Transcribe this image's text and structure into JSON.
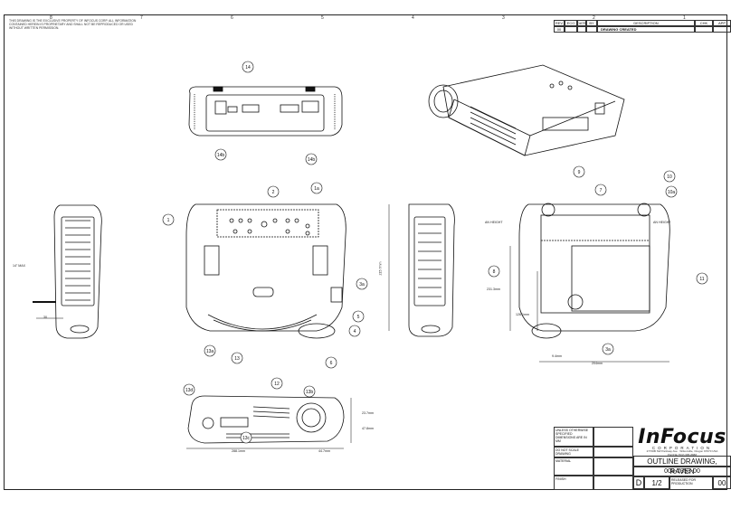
{
  "sheet": {
    "notice": "THIS DRAWING IS THE EXCLUSIVE PROPERTY OF INFOCUS CORP. ALL INFORMATION CONTAINED HEREIN IS PROPRIETARY AND SHALL NOT BE REPRODUCED OR USED WITHOUT WRITTEN PERMISSION.",
    "zones_top": [
      "8",
      "7",
      "6",
      "5",
      "4",
      "3",
      "2",
      "1"
    ]
  },
  "revision": {
    "headers": [
      "REV",
      "ECO",
      "DATE",
      "BY",
      "DESCRIPTION",
      "CHK",
      "APP"
    ],
    "row": [
      "00",
      "",
      "",
      "",
      "DRAWING CREATED",
      "",
      "",
      ""
    ]
  },
  "views": {
    "callouts": [
      "14",
      "14b",
      "14b",
      "2",
      "1a",
      "1",
      "3a",
      "5",
      "4",
      "6",
      "13",
      "13a",
      "9",
      "10",
      "10a",
      "7",
      "8",
      "11",
      "3a",
      "12",
      "13b",
      "13d",
      "13c"
    ],
    "dims": {
      "max": "14\" MAX",
      "bottom_width": "30",
      "front_height": "215.7mm",
      "leg1": "AN HEIGHT",
      "leg2": "AN HEIGHT",
      "dim_231": "231.3mm",
      "dim_126": "126.1mm",
      "dim_9": "9.4mm",
      "dim_204": "204mm",
      "side_top": "23.7mm",
      "side_mid": "47.8mm",
      "side_w": "288.1mm",
      "side_lens": "44.7mm"
    }
  },
  "title_block": {
    "brand": "InFocus",
    "brand_sub": "CORPORATION",
    "address": "27700B SW Parkway Ave · Wilsonville, Oregon 97070 USA",
    "phone": "PHONE (503) 685-8888",
    "drawing_title": "OUTLINE DRAWING, RAVEN",
    "drawing_number": "008-1353-00",
    "size": "D",
    "sheet": "1/2",
    "revision": "00",
    "notes_left": "UNLESS OTHERWISE SPECIFIED DIMENSIONS ARE IN MM",
    "do_not_scale": "DO NOT SCALE DRAWING",
    "material": "MATERIAL",
    "finish": "FINISH",
    "released": "RELEASED FOR PRODUCTION"
  }
}
